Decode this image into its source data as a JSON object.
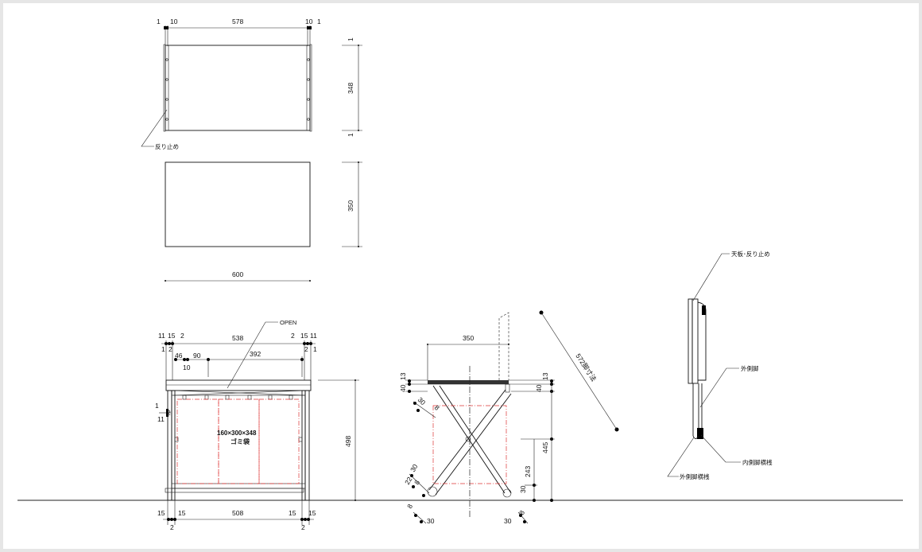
{
  "top_view": {
    "dims": {
      "left_outer": "1",
      "left_inner": "10",
      "width": "578",
      "right_inner": "10",
      "right_outer": "1",
      "right_top": "1",
      "right_mid": "348",
      "right_bot": "1"
    },
    "label_stopper": "反り止め"
  },
  "plan_view": {
    "height": "350",
    "width": "600"
  },
  "front_view": {
    "dims": {
      "t11a": "11",
      "t15a": "15",
      "t2a": "2",
      "t538": "538",
      "t2b": "2",
      "t15b": "15",
      "t11b": "11",
      "t1a": "1",
      "t2c": "2",
      "t2d": "2",
      "t1b": "1",
      "t46": "46",
      "t90": "90",
      "t392": "392",
      "t10": "10",
      "s1": "1",
      "s2": "2",
      "s11": "11",
      "h498": "498",
      "b15a": "15",
      "b15b": "15",
      "b508": "508",
      "b15c": "15",
      "b15d": "15",
      "b2a": "2",
      "b2b": "2"
    },
    "open_label": "OPEN",
    "bag_size": "160×300×348",
    "bag_name": "ゴミ袋"
  },
  "side_view": {
    "dims": {
      "w350": "350",
      "d13a": "13",
      "d40a": "40",
      "d30a": "30",
      "d8a": "8",
      "d13b": "13",
      "d40b": "40",
      "d445": "445",
      "d243": "243",
      "d30b": "30",
      "d30c": "30",
      "d22": "22",
      "d8b": "8",
      "d8c": "8",
      "d30d": "30",
      "d30e": "30",
      "d8d": "8"
    },
    "diag_label": "572脚寸法"
  },
  "folded_view": {
    "label_top": "天板･反り止め",
    "label_outer_leg": "外側脚",
    "label_inner_rail": "内側脚横桟",
    "label_outer_rail": "外側脚横桟"
  }
}
